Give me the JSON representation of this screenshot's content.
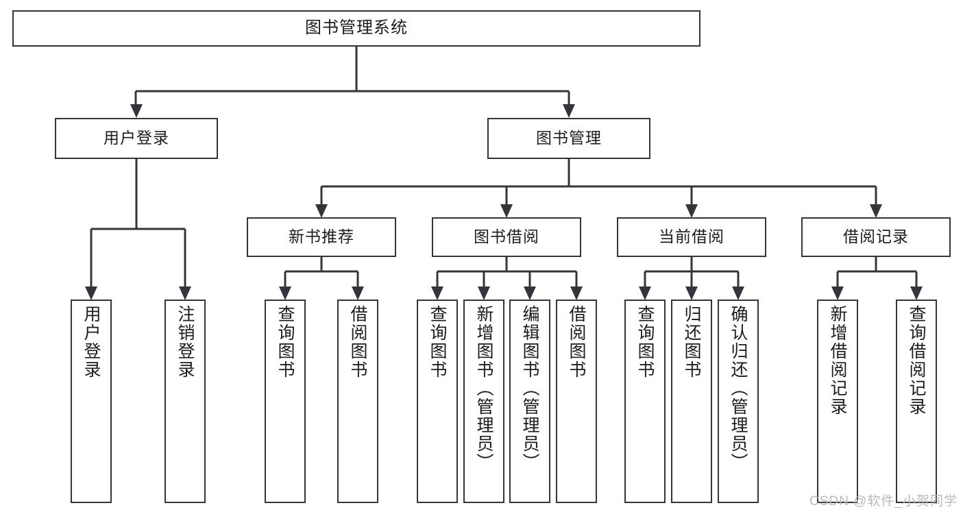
{
  "diagram": {
    "type": "tree-hierarchy",
    "title": "图书管理系统",
    "root": {
      "label": "图书管理系统"
    },
    "level2": [
      {
        "label": "用户登录"
      },
      {
        "label": "图书管理"
      }
    ],
    "level3": [
      {
        "label": "新书推荐"
      },
      {
        "label": "图书借阅"
      },
      {
        "label": "当前借阅"
      },
      {
        "label": "借阅记录"
      }
    ],
    "groups": [
      {
        "parent": "用户登录",
        "leaves": [
          {
            "label": "用户登录"
          },
          {
            "label": "注销登录"
          }
        ]
      },
      {
        "parent": "新书推荐",
        "leaves": [
          {
            "label": "查询图书"
          },
          {
            "label": "借阅图书"
          }
        ]
      },
      {
        "parent": "图书借阅",
        "leaves": [
          {
            "label": "查询图书"
          },
          {
            "label": "新增图书（管理员）"
          },
          {
            "label": "编辑图书（管理员）"
          },
          {
            "label": "借阅图书"
          }
        ]
      },
      {
        "parent": "当前借阅",
        "leaves": [
          {
            "label": "查询图书"
          },
          {
            "label": "归还图书"
          },
          {
            "label": "确认归还（管理员）"
          }
        ]
      },
      {
        "parent": "借阅记录",
        "leaves": [
          {
            "label": "新增借阅记录"
          },
          {
            "label": "查询借阅记录"
          }
        ]
      }
    ],
    "colors": {
      "stroke": "#32363a",
      "text": "#1c1c1c",
      "background": "#ffffff",
      "watermark": "#b9b9b9"
    }
  },
  "watermark": {
    "text": "CSDN @软件_小贺同学"
  }
}
